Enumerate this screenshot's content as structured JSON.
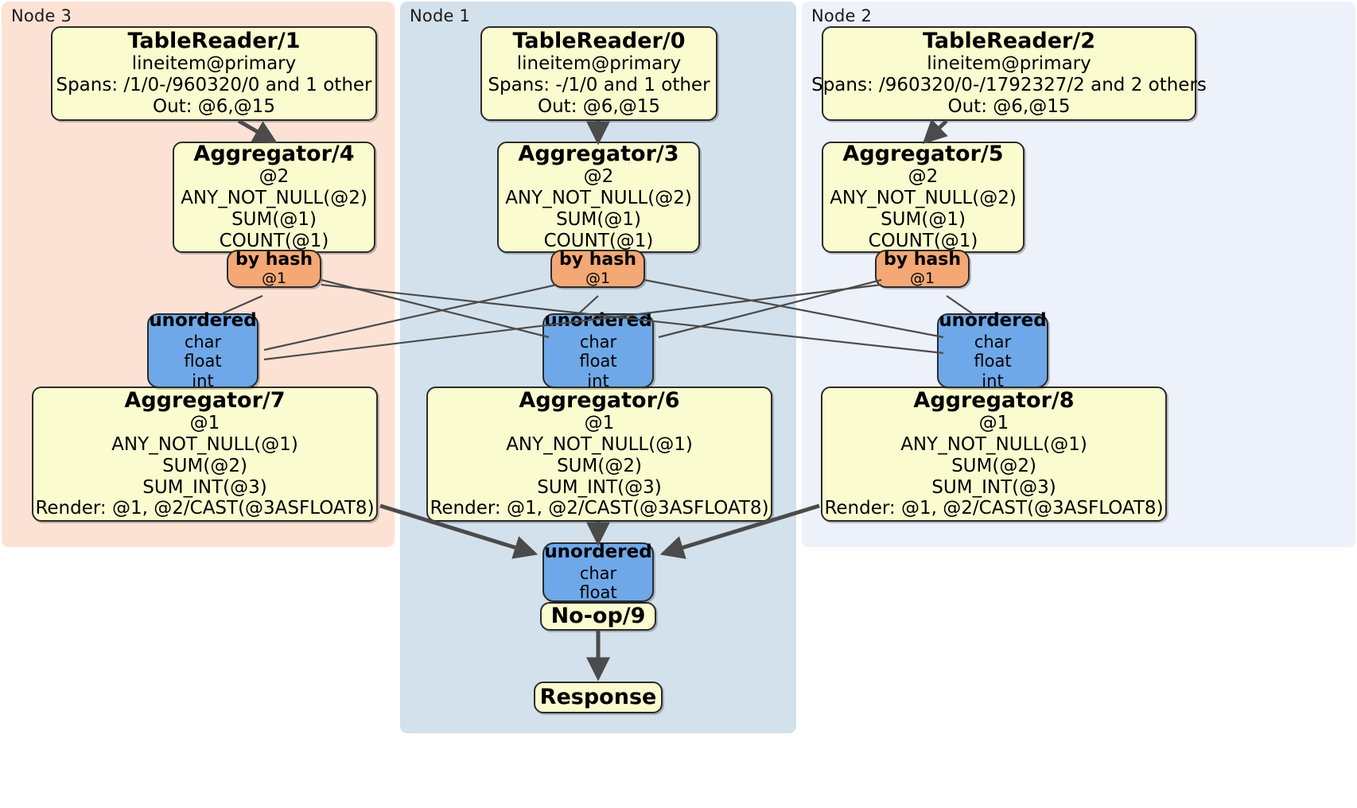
{
  "diagram": {
    "type": "distributed-query-plan",
    "colors": {
      "node3_panel": "#fbe2d5",
      "node1_panel": "#d2e1ec",
      "node2_panel": "#edf1fa",
      "processor_fill": "#fbfbd0",
      "router_fill": "#6fa8e8",
      "hash_fill": "#f3a876",
      "edge": "#4b4b4b",
      "border": "#2b2b2b"
    }
  },
  "nodes": [
    {
      "id": "node3",
      "label": "Node 3"
    },
    {
      "id": "node1",
      "label": "Node 1"
    },
    {
      "id": "node2",
      "label": "Node 2"
    }
  ],
  "processors": {
    "table_reader_1": {
      "title": "TableReader/1",
      "lines": [
        "lineitem@primary",
        "Spans: /1/0-/960320/0 and 1 other",
        "Out: @6,@15"
      ]
    },
    "table_reader_0": {
      "title": "TableReader/0",
      "lines": [
        "lineitem@primary",
        "Spans: -/1/0 and 1 other",
        "Out: @6,@15"
      ]
    },
    "table_reader_2": {
      "title": "TableReader/2",
      "lines": [
        "lineitem@primary",
        "Spans: /960320/0-/1792327/2 and 2 others",
        "Out: @6,@15"
      ]
    },
    "aggregator_4": {
      "title": "Aggregator/4",
      "lines": [
        "@2",
        "ANY_NOT_NULL(@2)",
        "SUM(@1)",
        "COUNT(@1)"
      ]
    },
    "aggregator_3": {
      "title": "Aggregator/3",
      "lines": [
        "@2",
        "ANY_NOT_NULL(@2)",
        "SUM(@1)",
        "COUNT(@1)"
      ]
    },
    "aggregator_5": {
      "title": "Aggregator/5",
      "lines": [
        "@2",
        "ANY_NOT_NULL(@2)",
        "SUM(@1)",
        "COUNT(@1)"
      ]
    },
    "aggregator_7": {
      "title": "Aggregator/7",
      "lines": [
        "@1",
        "ANY_NOT_NULL(@1)",
        "SUM(@2)",
        "SUM_INT(@3)",
        "Render: @1, @2/CAST(@3ASFLOAT8)"
      ]
    },
    "aggregator_6": {
      "title": "Aggregator/6",
      "lines": [
        "@1",
        "ANY_NOT_NULL(@1)",
        "SUM(@2)",
        "SUM_INT(@3)",
        "Render: @1, @2/CAST(@3ASFLOAT8)"
      ]
    },
    "aggregator_8": {
      "title": "Aggregator/8",
      "lines": [
        "@1",
        "ANY_NOT_NULL(@1)",
        "SUM(@2)",
        "SUM_INT(@3)",
        "Render: @1, @2/CAST(@3ASFLOAT8)"
      ]
    },
    "noop_9": {
      "title": "No-op/9"
    },
    "response": {
      "title": "Response"
    }
  },
  "outputs": {
    "by_hash_left": {
      "title": "by hash",
      "line": "@1"
    },
    "by_hash_center": {
      "title": "by hash",
      "line": "@1"
    },
    "by_hash_right": {
      "title": "by hash",
      "line": "@1"
    }
  },
  "routers": {
    "unordered_left": {
      "title": "unordered",
      "lines": [
        "char",
        "float",
        "int"
      ]
    },
    "unordered_center": {
      "title": "unordered",
      "lines": [
        "char",
        "float",
        "int"
      ]
    },
    "unordered_right": {
      "title": "unordered",
      "lines": [
        "char",
        "float",
        "int"
      ]
    },
    "unordered_final": {
      "title": "unordered",
      "lines": [
        "char",
        "float"
      ]
    }
  }
}
